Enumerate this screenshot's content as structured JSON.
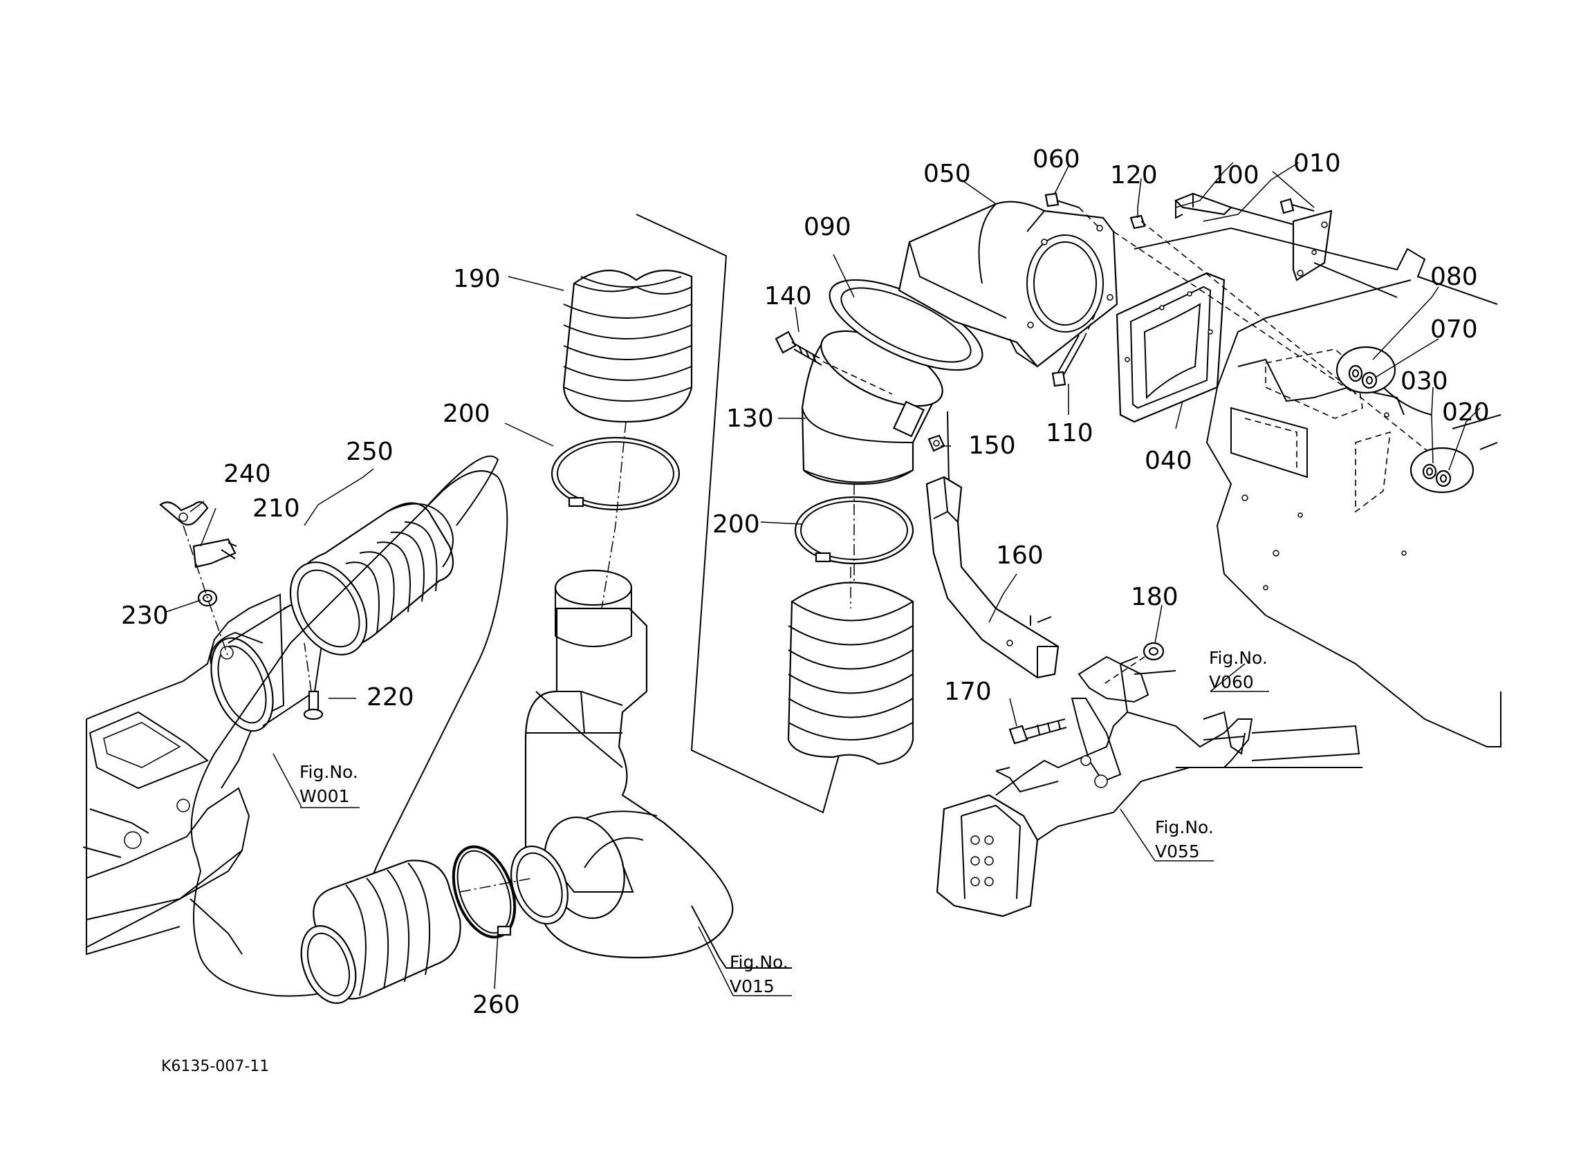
{
  "diagram": {
    "drawing_code": "K6135-007-11",
    "callouts": [
      {
        "id": "010",
        "text": "010"
      },
      {
        "id": "020",
        "text": "020"
      },
      {
        "id": "030",
        "text": "030"
      },
      {
        "id": "040",
        "text": "040"
      },
      {
        "id": "050",
        "text": "050"
      },
      {
        "id": "060",
        "text": "060"
      },
      {
        "id": "070",
        "text": "070"
      },
      {
        "id": "080",
        "text": "080"
      },
      {
        "id": "090",
        "text": "090"
      },
      {
        "id": "100",
        "text": "100"
      },
      {
        "id": "110",
        "text": "110"
      },
      {
        "id": "120",
        "text": "120"
      },
      {
        "id": "130",
        "text": "130"
      },
      {
        "id": "140",
        "text": "140"
      },
      {
        "id": "150",
        "text": "150"
      },
      {
        "id": "160",
        "text": "160"
      },
      {
        "id": "170",
        "text": "170"
      },
      {
        "id": "180",
        "text": "180"
      },
      {
        "id": "190",
        "text": "190"
      },
      {
        "id": "200a",
        "text": "200"
      },
      {
        "id": "200b",
        "text": "200"
      },
      {
        "id": "210",
        "text": "210"
      },
      {
        "id": "220",
        "text": "220"
      },
      {
        "id": "230",
        "text": "230"
      },
      {
        "id": "240",
        "text": "240"
      },
      {
        "id": "250",
        "text": "250"
      },
      {
        "id": "260",
        "text": "260"
      }
    ],
    "figure_refs": [
      {
        "id": "W001",
        "label": "Fig.No.",
        "code": "W001"
      },
      {
        "id": "V015",
        "label": "Fig.No.",
        "code": "V015"
      },
      {
        "id": "V060",
        "label": "Fig.No.",
        "code": "V060"
      },
      {
        "id": "V055",
        "label": "Fig.No.",
        "code": "V055"
      }
    ]
  }
}
